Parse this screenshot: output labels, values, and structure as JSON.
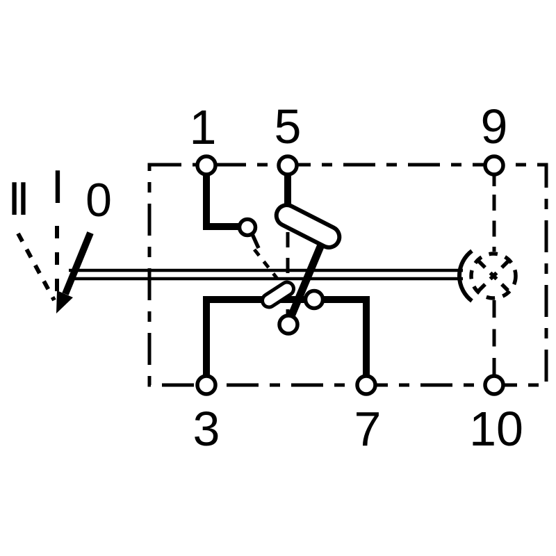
{
  "diagram": {
    "colors": {
      "line": "#000000",
      "background": "#ffffff"
    },
    "terminals": {
      "t1": "1",
      "t5": "5",
      "t9": "9",
      "t3": "3",
      "t7": "7",
      "t10": "10"
    },
    "switch_positions": {
      "pos_ii": "II",
      "pos_i": "I",
      "pos_0": "0"
    },
    "symbols": {
      "lamp": "crossed-circle-lamp-icon",
      "actuator": "rocker-lever",
      "outline": "dash-dot-component-boundary"
    }
  }
}
